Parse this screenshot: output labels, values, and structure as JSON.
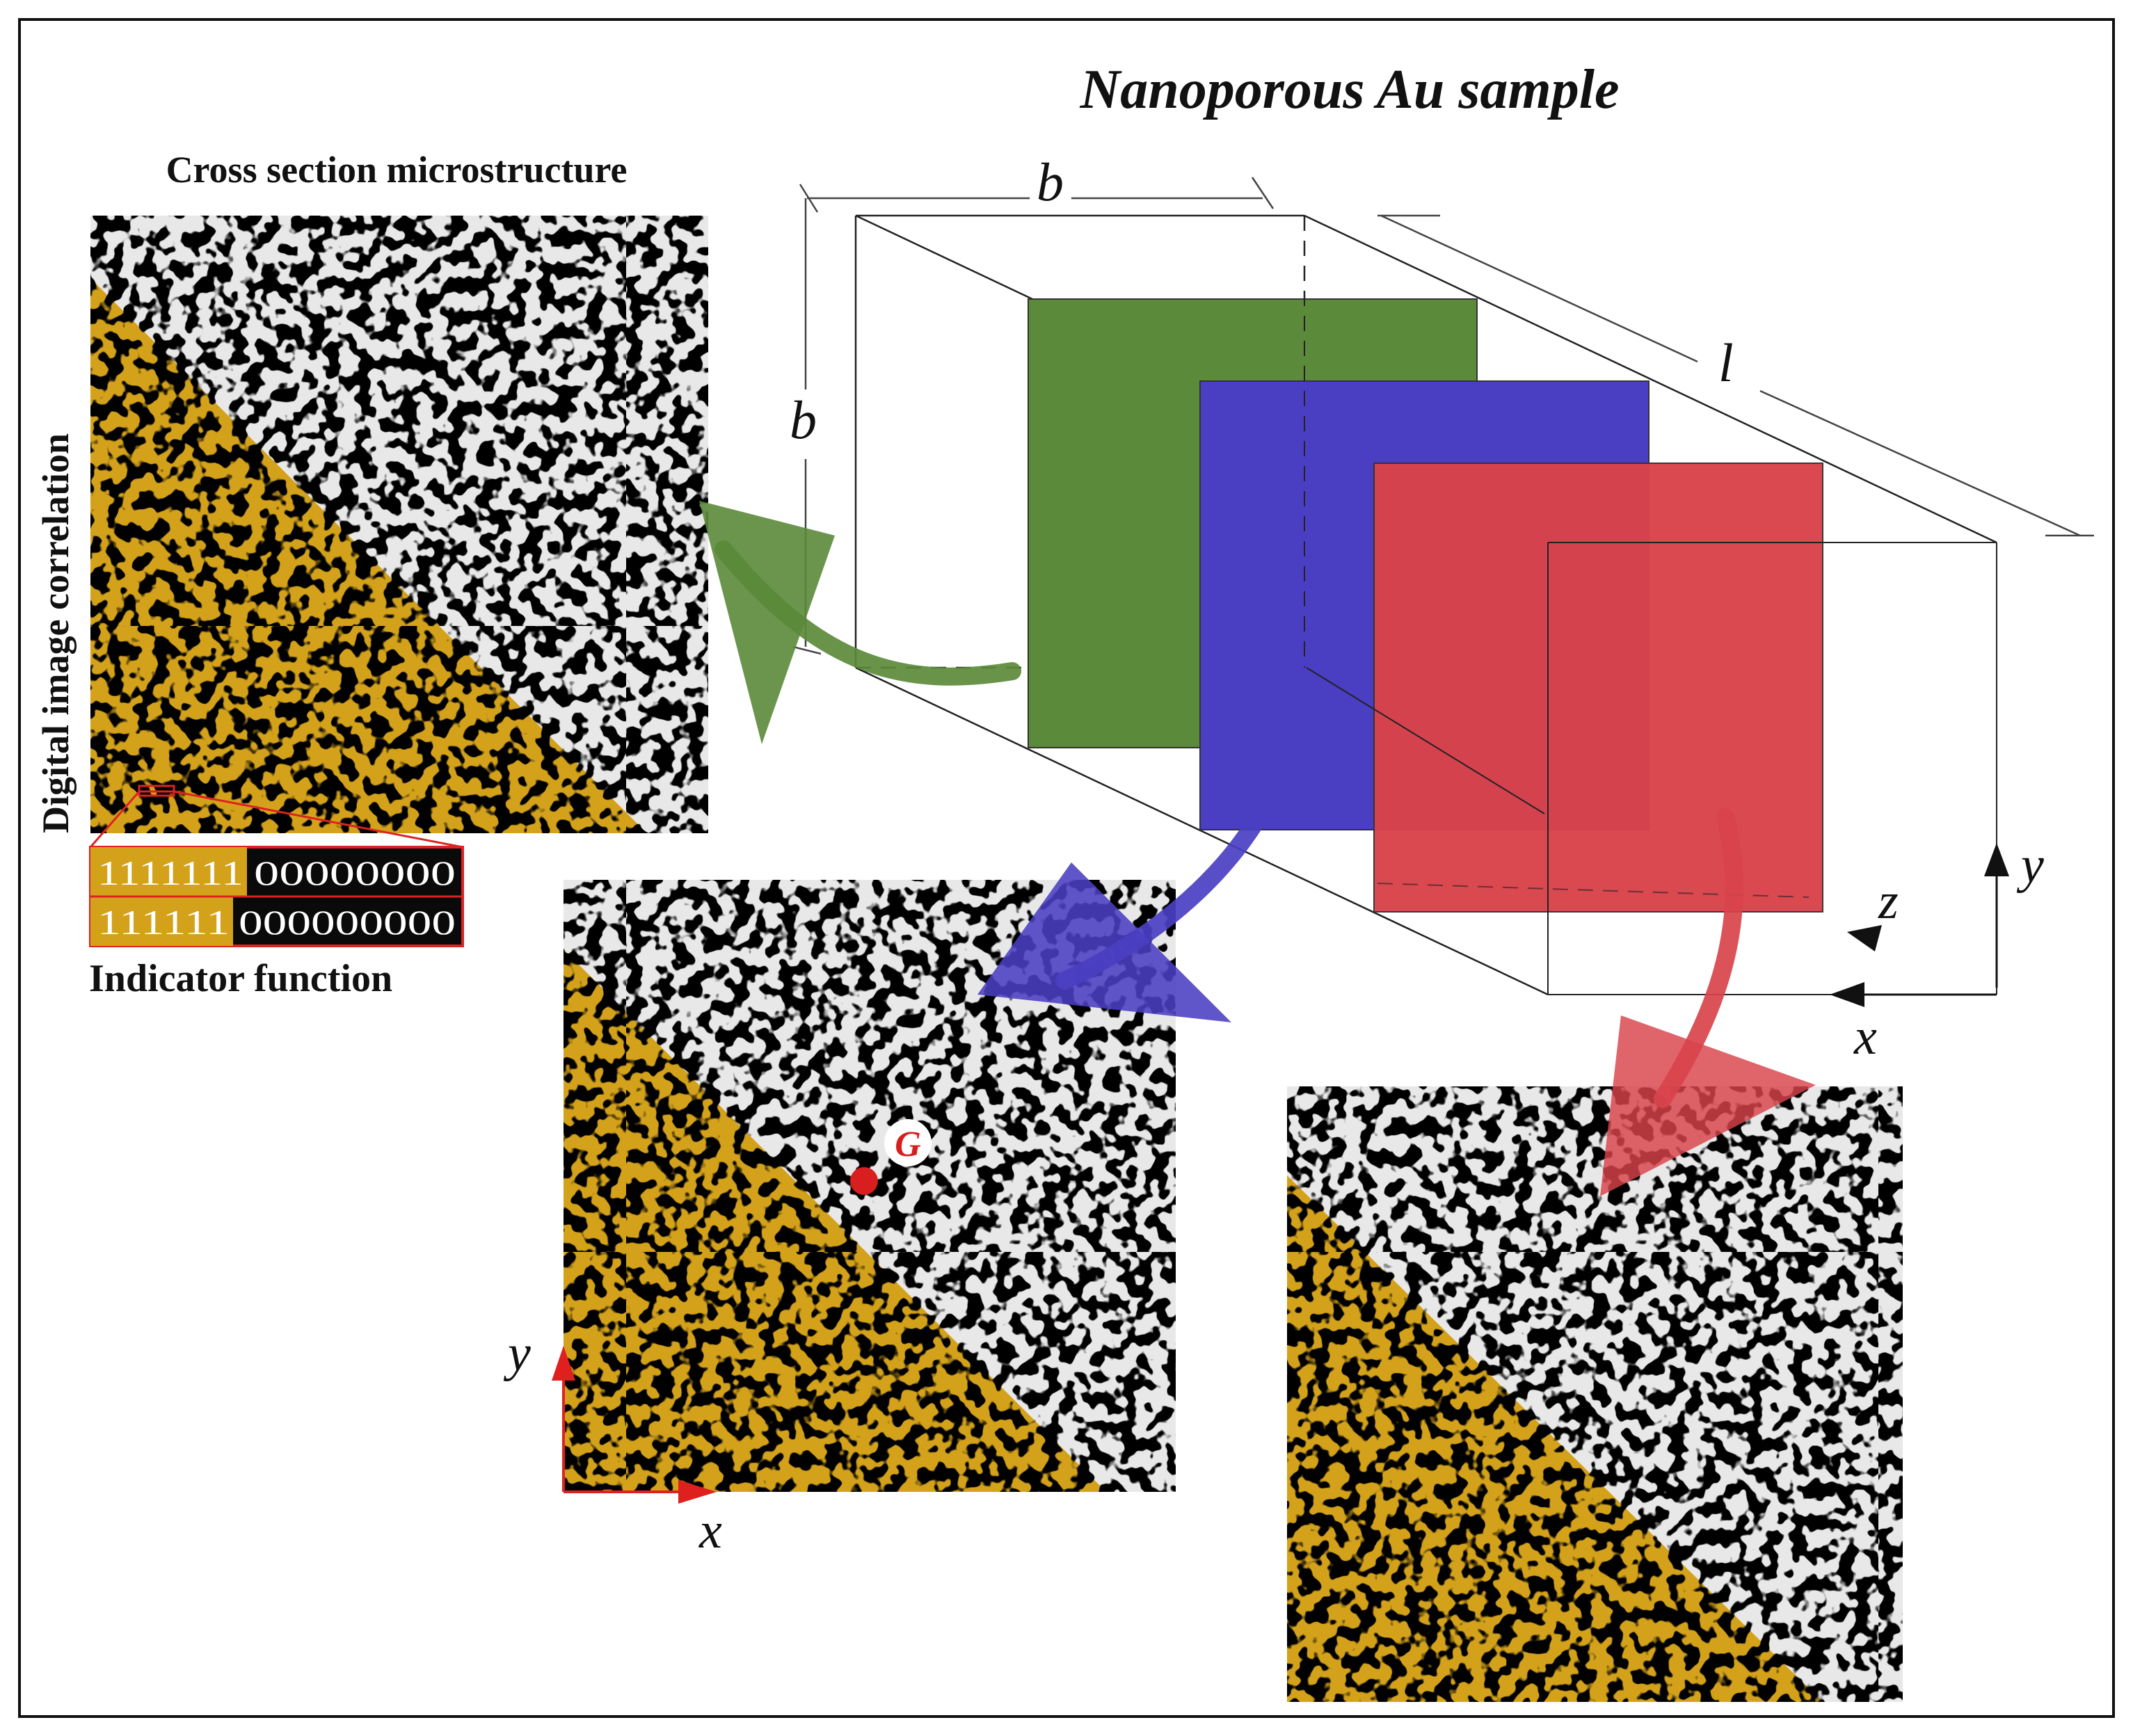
{
  "title": "Nanoporous Au sample",
  "cross_section_label": "Cross section microstructure",
  "dic_label": "Digital image correlation",
  "indicator_label": "Indicator function",
  "indicator_rows": [
    {
      "ones": "1111111",
      "zeros": "00000000"
    },
    {
      "ones": "111111",
      "zeros": "000000000"
    }
  ],
  "dimensions": {
    "width": "b",
    "height": "b",
    "length": "l"
  },
  "axes_3d": {
    "x": "x",
    "y": "y",
    "z": "z"
  },
  "axes_2d": {
    "x": "x",
    "y": "y"
  },
  "point_label": "G",
  "colors": {
    "green_slice": "#5b8a3a",
    "blue_slice": "#4a3fc2",
    "red_slice": "#d9434b",
    "gold_phase": "#d4a21a",
    "pore": "#0a0a0a",
    "ligament": "#e8e8e8",
    "accent_red": "#e0201f"
  }
}
